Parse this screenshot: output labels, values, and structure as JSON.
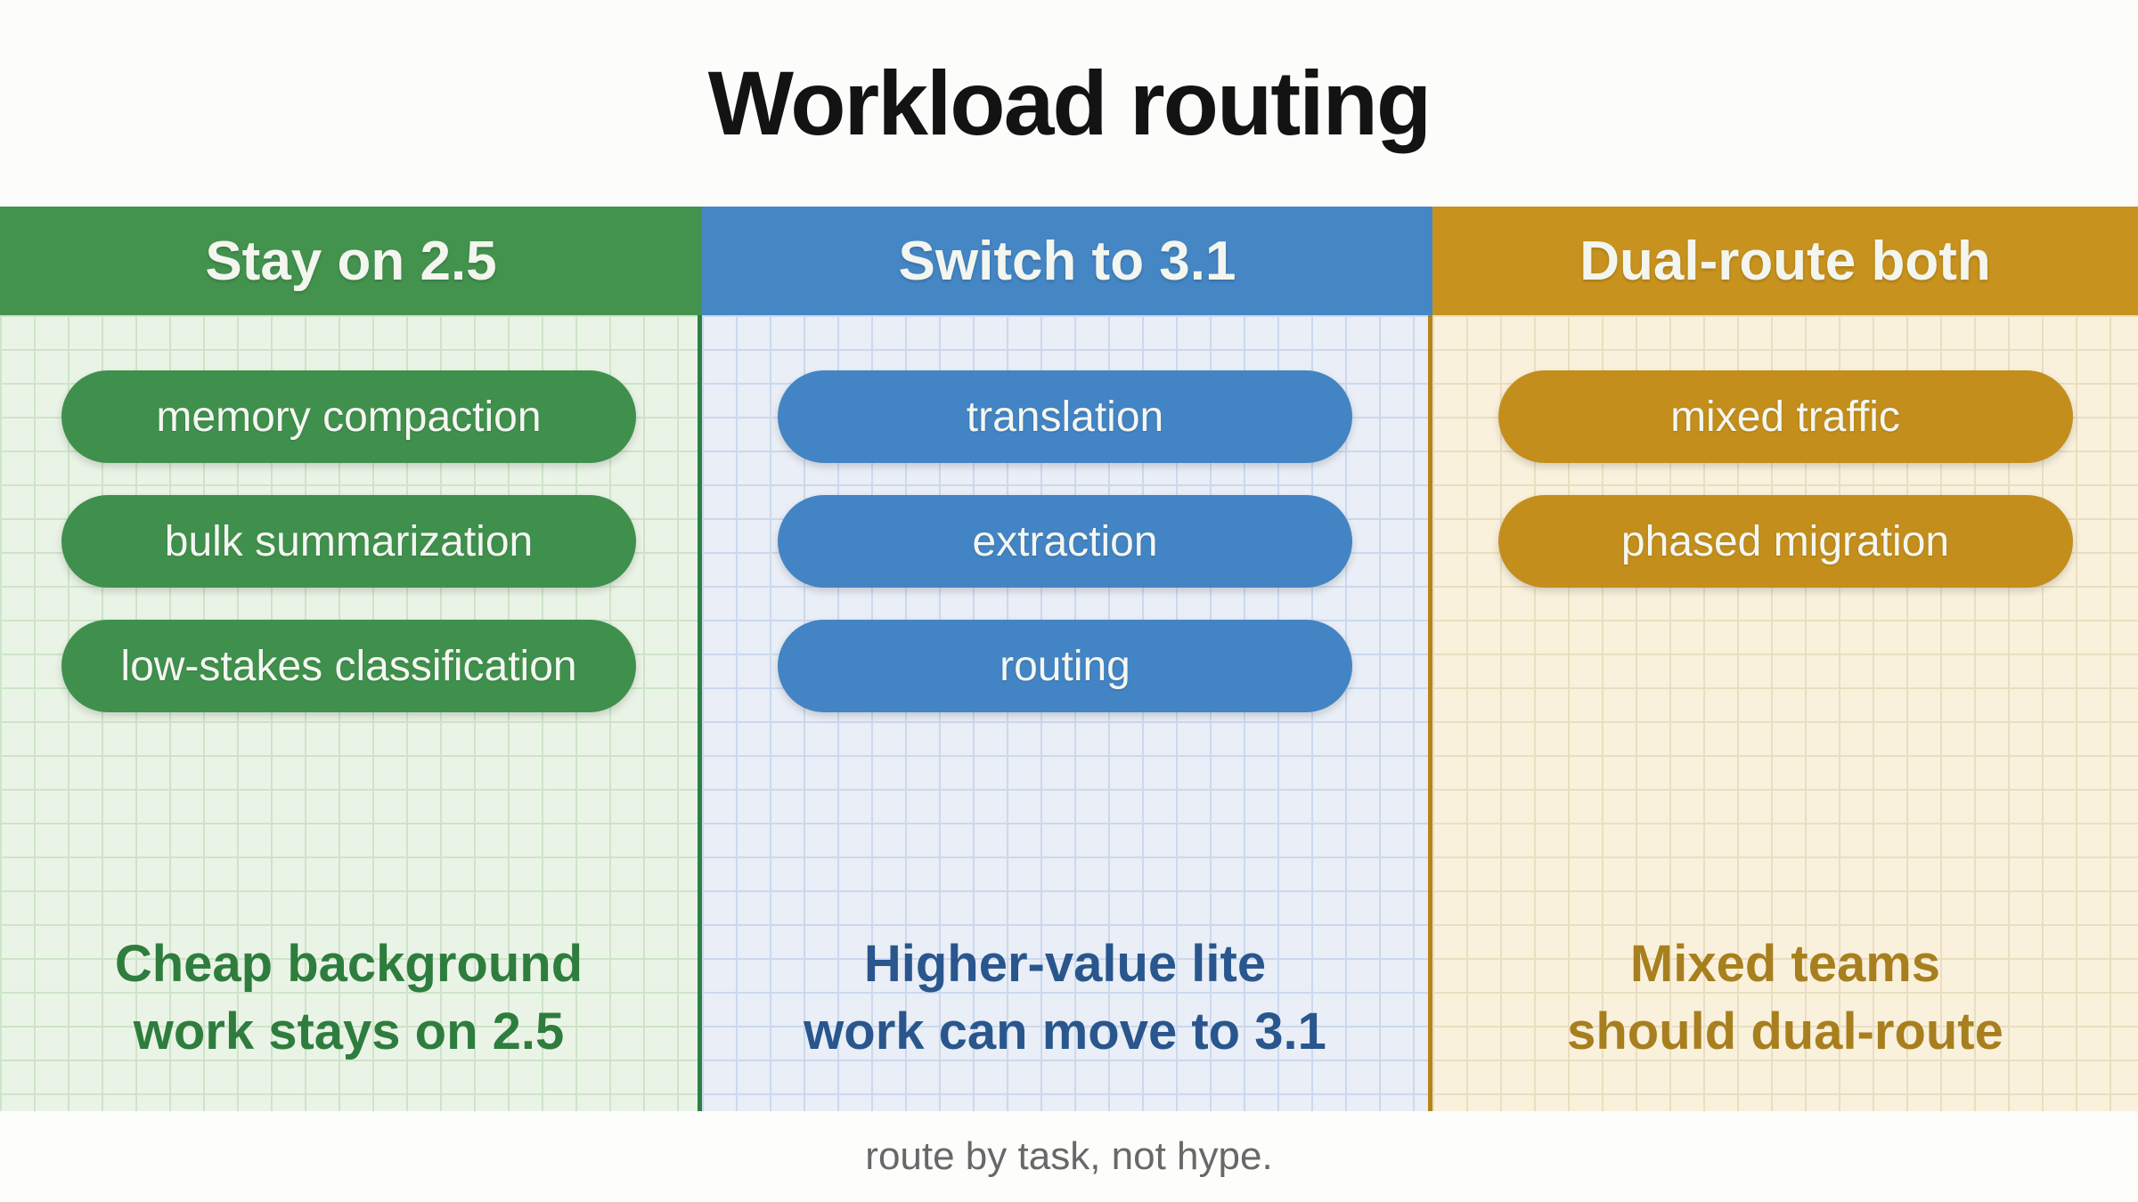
{
  "title": "Workload routing",
  "footer": "route by task, not hype.",
  "columns": [
    {
      "header": "Stay on 2.5",
      "pills": [
        "memory compaction",
        "bulk summarization",
        "low-stakes classification"
      ],
      "summary_lines": [
        "Cheap background",
        "work stays on 2.5"
      ],
      "colors": {
        "header_bg": "#43934f",
        "pill_bg": "#40904d",
        "panel_bg": "#eaf4e6",
        "grid": "#cde4c8",
        "summary": "#2e7d3e",
        "divider": "#2e8040"
      }
    },
    {
      "header": "Switch to 3.1",
      "pills": [
        "translation",
        "extraction",
        "routing"
      ],
      "summary_lines": [
        "Higher-value lite",
        "work can move to 3.1"
      ],
      "colors": {
        "header_bg": "#4586c5",
        "pill_bg": "#4384c4",
        "panel_bg": "#e9eef7",
        "grid": "#ccd9ed",
        "summary": "#29568c",
        "divider": "#b2861b"
      }
    },
    {
      "header": "Dual-route both",
      "pills": [
        "mixed traffic",
        "phased migration"
      ],
      "summary_lines": [
        "Mixed teams",
        "should dual-route"
      ],
      "colors": {
        "header_bg": "#c8921e",
        "pill_bg": "#c38e1c",
        "panel_bg": "#faf1dc",
        "grid": "#eadec0",
        "summary": "#a87f1e",
        "divider": "#b2861b"
      }
    }
  ]
}
